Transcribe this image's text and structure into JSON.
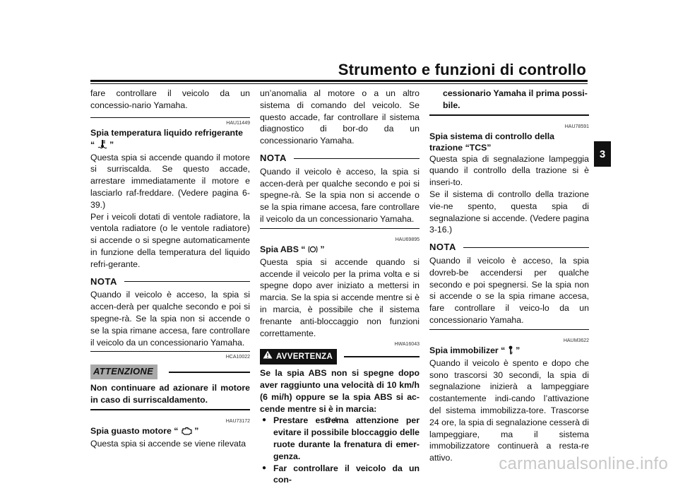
{
  "header": {
    "title": "Strumento e funzioni di controllo",
    "tab": "3",
    "page_number": "3-4"
  },
  "watermark": "carmanualsonline.info",
  "col1": {
    "intro": "fare controllare il veicolo da un concessio-nario Yamaha.",
    "coolant": {
      "code": "HAU11449",
      "title": "Spia temperatura liquido refrigerante",
      "quote_open": "“",
      "quote_close": "”",
      "body1": "Questa spia si accende quando il motore si surriscalda. Se questo accade, arrestare immediatamente il motore e lasciarlo raf-freddare. (Vedere pagina 6-39.)",
      "body2": "Per i veicoli dotati di ventole radiatore, la ventola radiatore (o le ventole radiatore) si accende o si spegne automaticamente in funzione della temperatura del liquido refri-gerante."
    },
    "nota": {
      "label": "NOTA",
      "text": "Quando il veicolo è acceso, la spia si accen-derà per qualche secondo e poi si spegne-rà. Se la spia non si accende o se la spia rimane accesa, fare controllare il veicolo da un concessionario Yamaha."
    },
    "attenzione": {
      "code": "HCA10022",
      "label": "ATTENZIONE",
      "text": "Non continuare ad azionare il motore in caso di surriscaldamento."
    },
    "engine": {
      "code": "HAU73172",
      "title_pre": "Spia guasto motore “",
      "title_post": "”",
      "body": "Questa spia si accende se viene rilevata"
    }
  },
  "col2": {
    "intro": "un’anomalia al motore o a un altro sistema di comando del veicolo. Se questo accade, far controllare il sistema diagnostico di bor-do da un concessionario Yamaha.",
    "nota": {
      "label": "NOTA",
      "text": "Quando il veicolo è acceso, la spia si accen-derà per qualche secondo e poi si spegne-rà. Se la spia non si accende o se la spia rimane accesa, fare controllare il veicolo da un concessionario Yamaha."
    },
    "abs": {
      "code": "HAU69895",
      "title_pre": "Spia ABS “",
      "title_post": "”",
      "body": "Questa spia si accende quando si accende il veicolo per la prima volta e si spegne dopo aver iniziato a mettersi in marcia. Se la spia si accende mentre si è in marcia, è possibile che il sistema frenante anti-bloccaggio non funzioni correttamente."
    },
    "avvertenza": {
      "code": "HWA16043",
      "label": "AVVERTENZA",
      "text": "Se la spia ABS non si spegne dopo aver raggiunto una velocità di 10 km/h (6 mi/h) oppure se la spia ABS si ac-cende mentre si è in marcia:",
      "bullets": [
        "Prestare estrema attenzione per evitare il possibile bloccaggio delle ruote durante la frenatura di emer-genza.",
        "Far controllare il veicolo da un con-"
      ]
    }
  },
  "col3": {
    "continuation": "cessionario Yamaha il prima possi-bile.",
    "tcs": {
      "code": "HAU78591",
      "title": "Spia sistema di controllo della trazione “TCS”",
      "body1": "Questa spia di segnalazione lampeggia quando il controllo della trazione si è inseri-to.",
      "body2": "Se il sistema di controllo della trazione vie-ne spento, questa spia di segnalazione si accende. (Vedere pagina 3-16.)"
    },
    "nota": {
      "label": "NOTA",
      "text": "Quando il veicolo è acceso, la spia dovreb-be accendersi per qualche secondo e poi spegnersi. Se la spia non si accende o se la spia rimane accesa, fare controllare il veico-lo da un concessionario Yamaha."
    },
    "immobilizer": {
      "code": "HAUM3622",
      "title_pre": "Spia immobilizer “",
      "title_post": "”",
      "body": "Quando il veicolo è spento e dopo che sono trascorsi 30 secondi, la spia di segnalazione inizierà a lampeggiare costantemente indi-cando l’attivazione del sistema immobilizza-tore. Trascorse 24 ore, la spia di segnalazione cesserà di lampeggiare, ma il sistema immobilizzatore continuerà a resta-re attivo."
    }
  }
}
